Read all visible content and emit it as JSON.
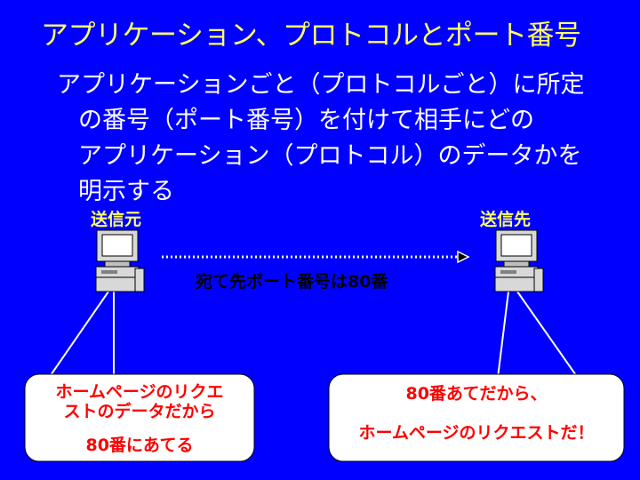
{
  "title": "アプリケーション、プロトコルとポート番号",
  "body_lines": [
    "アプリケーションごと（プロトコルごと）に所定",
    "の番号（ポート番号）を付けて相手にどの",
    "アプリケーション（プロトコル）のデータかを",
    "明示する"
  ],
  "sender_label": "送信元",
  "receiver_label": "送信先",
  "arrow_label": "宛て先ポート番号は80番",
  "left_bubble": {
    "line1": "ホームページのリクエ",
    "line2": "ストのデータだから",
    "line3": "80番にあてる"
  },
  "right_bubble": {
    "line1": "80番あてだから、",
    "line2": "ホームページのリクエストだ！"
  },
  "colors": {
    "background": "#0000ff",
    "title": "#ffff66",
    "body_text": "#ffffff",
    "labels": "#ffff66",
    "bubble_text": "#ff0000",
    "bubble_fill": "#ffffff"
  }
}
